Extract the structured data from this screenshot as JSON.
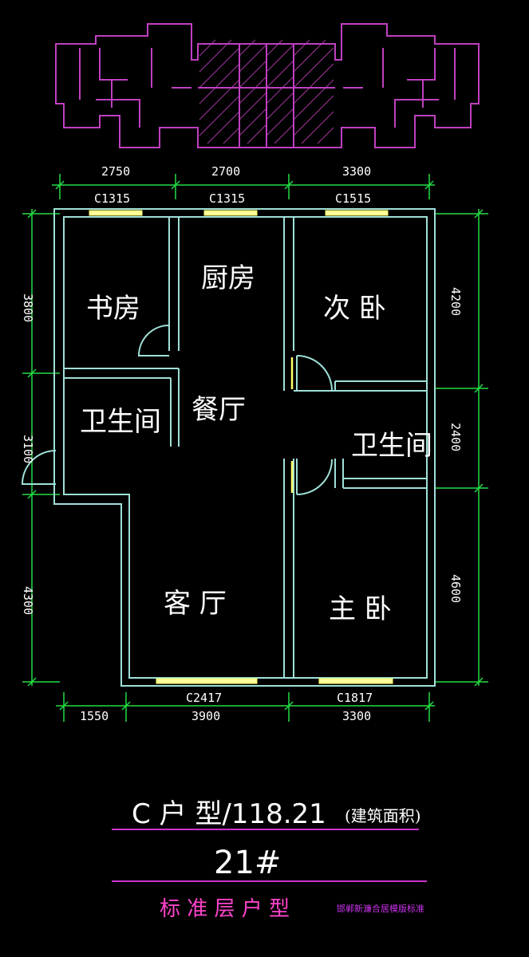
{
  "colors": {
    "background": "#000000",
    "wall": "#9fe0d8",
    "dimension": "#22dd44",
    "window": "#ffff66",
    "thumbnail": "#c040c0",
    "text": "#ffffff",
    "accent": "#ff44cc"
  },
  "dimensions": {
    "top": [
      "2750",
      "2700",
      "3300"
    ],
    "bottom": [
      "1550",
      "3900",
      "3300"
    ],
    "left": [
      "3800",
      "3100",
      "4300"
    ],
    "right": [
      "4200",
      "2400",
      "4600"
    ]
  },
  "windows": {
    "top": [
      "C1315",
      "C1315",
      "C1515"
    ],
    "bottom": [
      "C2417",
      "C1817"
    ]
  },
  "rooms": {
    "study": "书房",
    "kitchen": "厨房",
    "second_bedroom": "次 卧",
    "bath_left": "卫生间",
    "dining": "餐厅",
    "bath_right": "卫生间",
    "living": "客 厅",
    "master_bedroom": "主 卧"
  },
  "title": {
    "unit_type": "C 户 型/118.21",
    "area_note": "(建筑面积)",
    "building": "21#",
    "floor_type": "标 准 层 户 型",
    "small_note": "邯郸新濂合居模版标准"
  }
}
